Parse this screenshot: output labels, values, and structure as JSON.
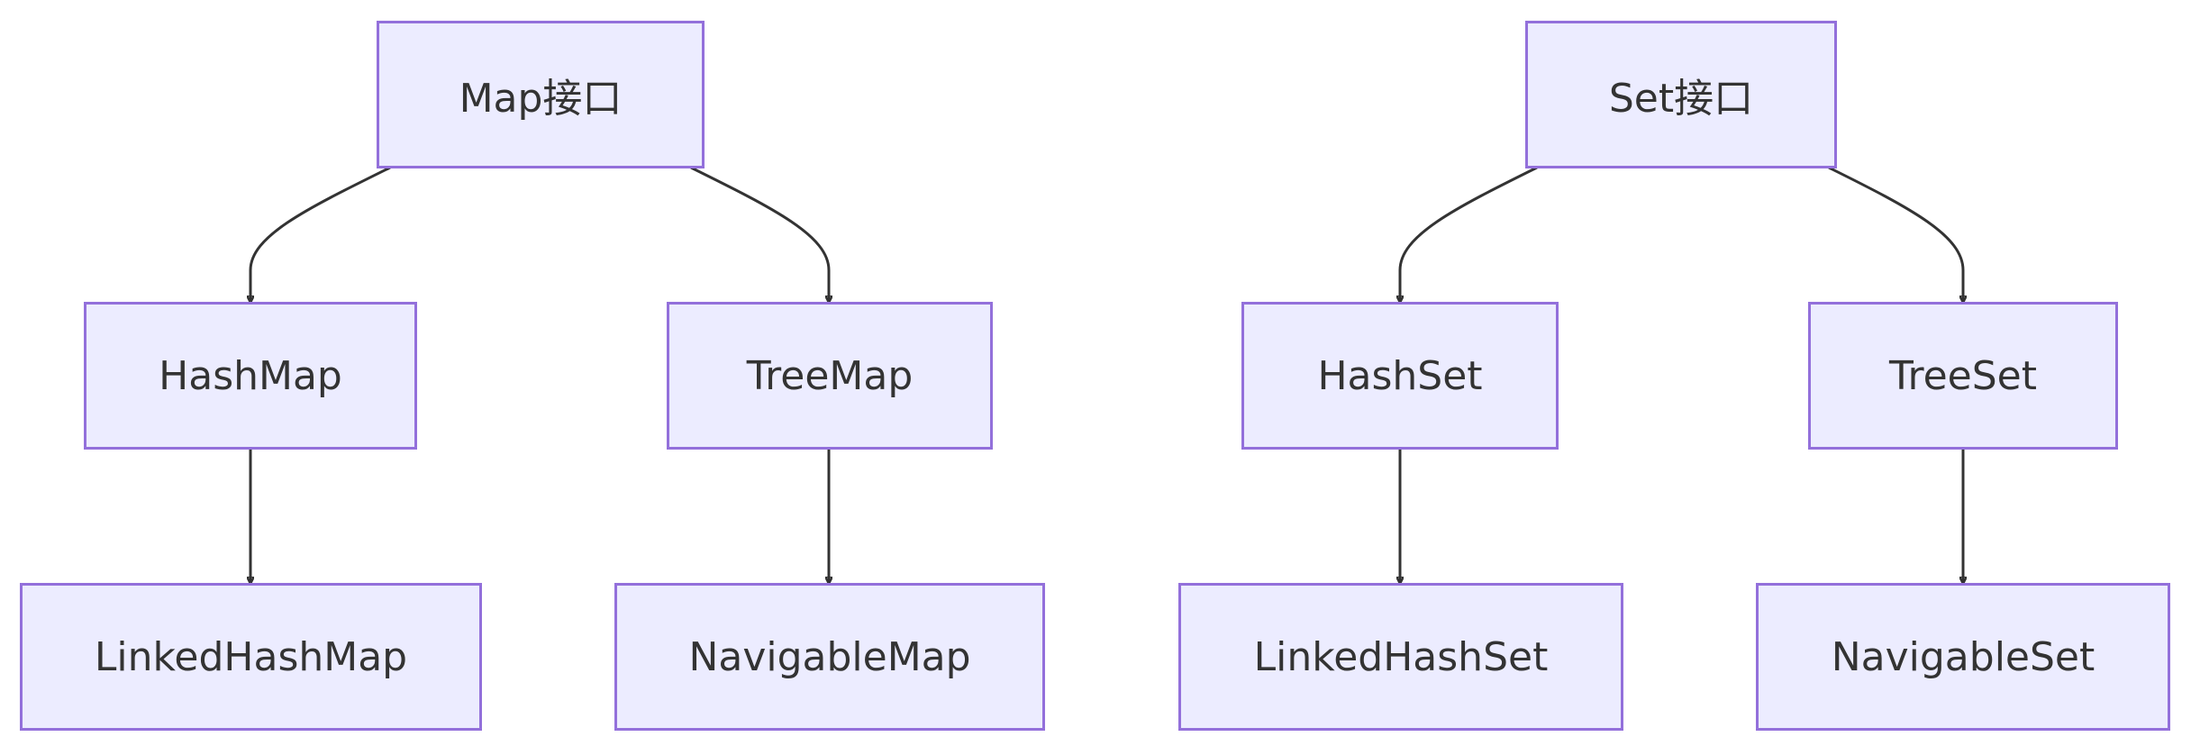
{
  "diagram": {
    "colors": {
      "node_fill": "#ececff",
      "node_border": "#9370db",
      "edge": "#333333",
      "text": "#333333"
    },
    "nodes": {
      "map_interface": "Map接口",
      "hashmap": "HashMap",
      "treemap": "TreeMap",
      "linkedhashmap": "LinkedHashMap",
      "navigablemap": "NavigableMap",
      "set_interface": "Set接口",
      "hashset": "HashSet",
      "treeset": "TreeSet",
      "linkedhashset": "LinkedHashSet",
      "navigableset": "NavigableSet"
    },
    "edges": [
      {
        "from": "map_interface",
        "to": "hashmap"
      },
      {
        "from": "map_interface",
        "to": "treemap"
      },
      {
        "from": "hashmap",
        "to": "linkedhashmap"
      },
      {
        "from": "treemap",
        "to": "navigablemap"
      },
      {
        "from": "set_interface",
        "to": "hashset"
      },
      {
        "from": "set_interface",
        "to": "treeset"
      },
      {
        "from": "hashset",
        "to": "linkedhashset"
      },
      {
        "from": "treeset",
        "to": "navigableset"
      }
    ]
  }
}
